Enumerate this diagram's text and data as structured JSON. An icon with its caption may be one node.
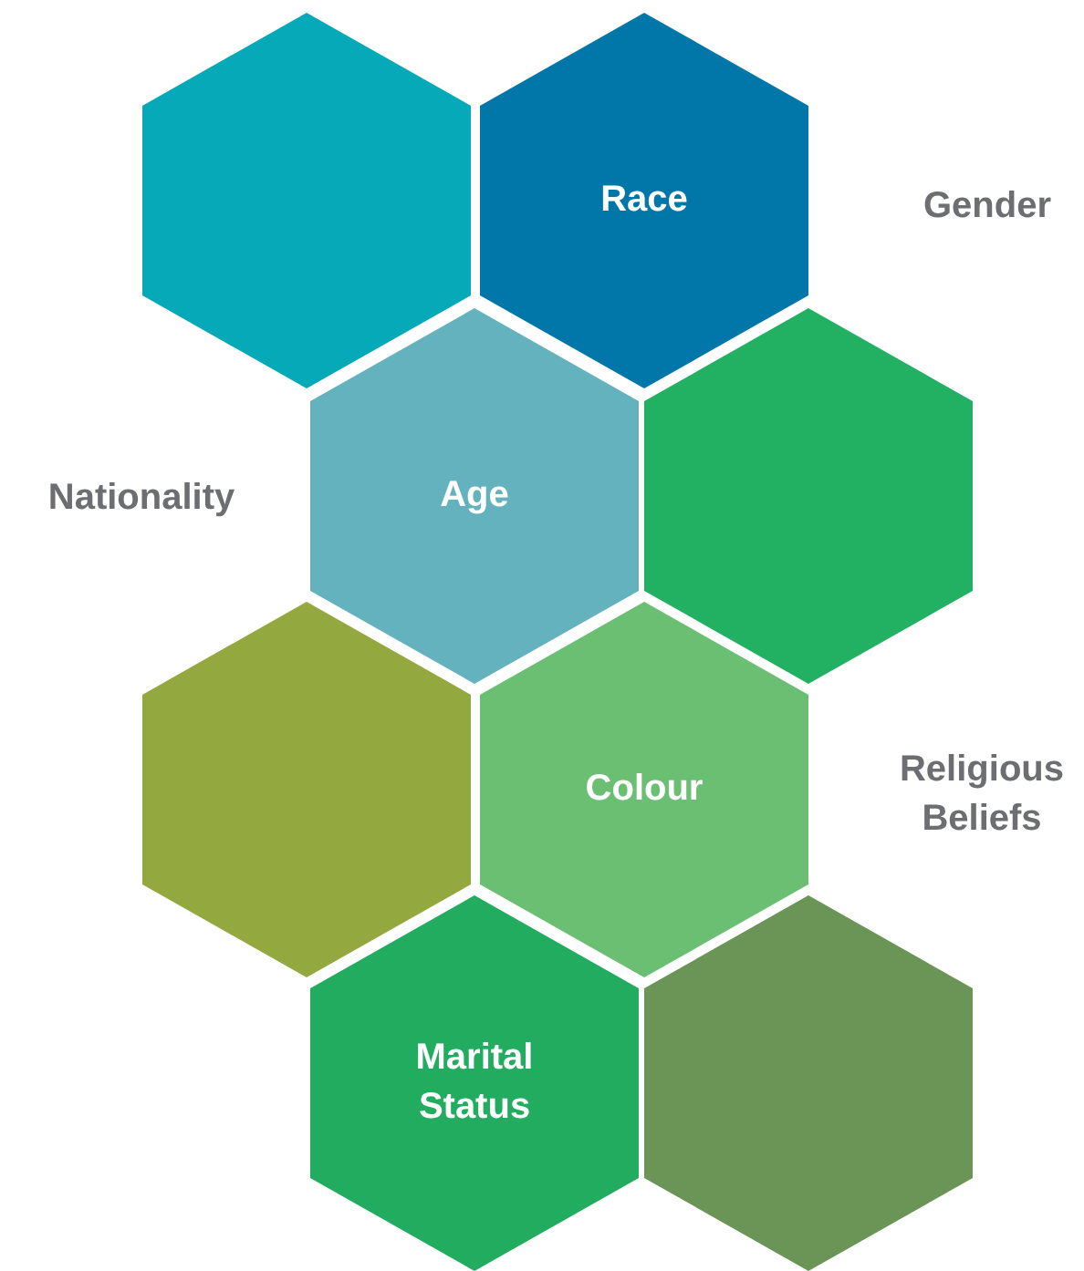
{
  "diagram": {
    "nodes": [
      {
        "text": [],
        "shape": "hexagon"
      },
      {
        "text": [
          "Race"
        ]
      },
      {
        "text": [
          "Age"
        ]
      },
      {
        "text": [],
        "shape": "hexagon"
      },
      {
        "text": [],
        "shape": "hexagon"
      },
      {
        "text": [
          "Colour"
        ]
      },
      {
        "text": [
          "Marital Status"
        ]
      },
      {
        "text": [],
        "shape": "hexagon"
      }
    ],
    "labels": [
      "Gender",
      "Nationality",
      "Religious Beliefs"
    ]
  }
}
